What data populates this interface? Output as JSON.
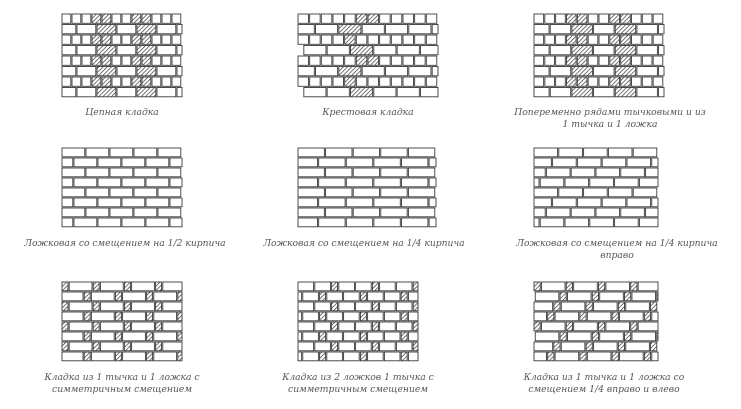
{
  "colors": {
    "mortar": "#ffffff",
    "brick_stroke": "#3a3a3a",
    "hatch": "#3a3a3a",
    "caption": "#555555"
  },
  "panels": [
    {
      "id": "chain-bond",
      "caption": "Цепная кладка",
      "pattern": "chain",
      "rows": 8,
      "bricks_per_row": 6,
      "offset": 0.5,
      "highlight": "two-vertical-stripes"
    },
    {
      "id": "cross-bond",
      "caption": "Крестовая кладка",
      "pattern": "cross",
      "rows": 8,
      "bricks_per_row": 6,
      "offset": 0.5,
      "highlight": "crosses"
    },
    {
      "id": "alternating-rows",
      "caption": "Попеременно рядами тычковыми и из 1 тычка и 1 ложка",
      "pattern": "alternating",
      "rows": 8,
      "bricks_per_row": 6,
      "offset": 0.5,
      "highlight": "two-vertical-stripes"
    },
    {
      "id": "stretcher-half",
      "caption": "Ложковая со смещением на 1/2 кирпича",
      "pattern": "stretcher",
      "rows": 8,
      "bricks_per_row": 5,
      "offset": 0.5,
      "highlight": "none"
    },
    {
      "id": "stretcher-quarter",
      "caption": "Ложковая со смещением на 1/4 кирпича",
      "pattern": "stretcher",
      "rows": 8,
      "bricks_per_row": 5,
      "offset": 0.25,
      "highlight": "none"
    },
    {
      "id": "stretcher-quarter-right",
      "caption": "Ложковая со смещением на 1/4 кирпича вправо",
      "pattern": "stretcher-stagger",
      "rows": 8,
      "bricks_per_row": 5,
      "offset": 0.25,
      "highlight": "none"
    },
    {
      "id": "header-stretcher-symmetric",
      "caption": "Кладка из 1 тычка и 1 ложка с симметричным смещением",
      "pattern": "flemish",
      "rows": 8,
      "bricks_per_row": 5,
      "offset": 0.5,
      "highlight": "headers"
    },
    {
      "id": "two-stretchers-header",
      "caption": "Кладка из 2 ложков 1 тычка с симметричным смещением",
      "pattern": "two-stretcher-one-header",
      "rows": 8,
      "bricks_per_row": 5,
      "offset": 0.5,
      "highlight": "headers"
    },
    {
      "id": "header-stretcher-quarter",
      "caption": "Кладка из 1 тычка и 1 ложка со смещением 1/4 вправо и влево",
      "pattern": "flemish-diagonal",
      "rows": 8,
      "bricks_per_row": 5,
      "offset": 0.25,
      "highlight": "diagonal"
    }
  ]
}
